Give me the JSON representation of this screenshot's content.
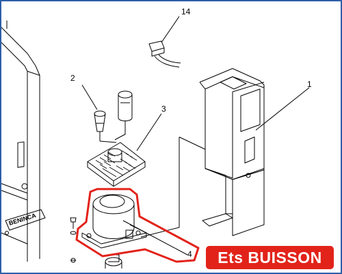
{
  "part_labels": {
    "p1": "1",
    "p2": "2",
    "p3": "3",
    "p4": "4",
    "p14": "14"
  },
  "housing_logo": "BENINCA",
  "brand": {
    "name": "Ets BUISSON",
    "background": "#e2231a",
    "text_color": "#ffffff"
  },
  "colors": {
    "frame": "#2c5fa8",
    "highlight": "#e2231a",
    "line": "#000000"
  }
}
